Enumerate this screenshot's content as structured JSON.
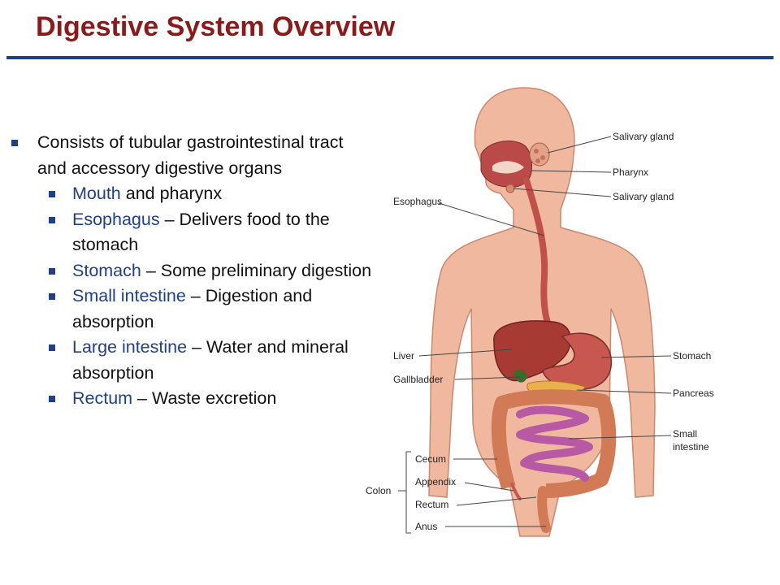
{
  "slide": {
    "title": "Digestive System Overview"
  },
  "intro": "Consists of tubular gastrointestinal tract and accessory digestive organs",
  "items": [
    {
      "term": "Mouth",
      "rest": " and pharynx"
    },
    {
      "term": "Esophagus",
      "rest": " – Delivers food to the stomach"
    },
    {
      "term": "Stomach",
      "rest": " – Some preliminary digestion"
    },
    {
      "term": "Small intestine",
      "rest": " – Digestion and absorption"
    },
    {
      "term": "Large intestine",
      "rest": " – Water and mineral absorption"
    },
    {
      "term": "Rectum",
      "rest": " – Waste excretion"
    }
  ],
  "figure": {
    "labels": {
      "salivary_gland_1": "Salivary gland",
      "pharynx": "Pharynx",
      "salivary_gland_2": "Salivary gland",
      "esophagus": "Esophagus",
      "liver": "Liver",
      "stomach": "Stomach",
      "gallbladder": "Gallbladder",
      "pancreas": "Pancreas",
      "small_intestine_1": "Small",
      "small_intestine_2": "intestine",
      "cecum": "Cecum",
      "appendix": "Appendix",
      "colon": "Colon",
      "rectum": "Rectum",
      "anus": "Anus"
    }
  },
  "colors": {
    "title": "#8b1a1a",
    "accent": "#1f3f8a"
  }
}
